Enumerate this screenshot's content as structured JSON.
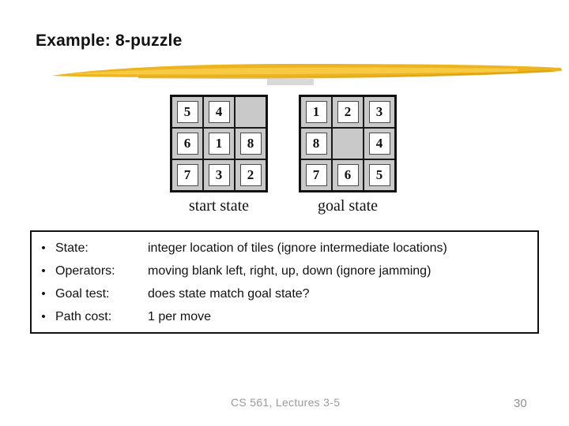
{
  "slide": {
    "title": "Example: 8-puzzle",
    "footer": {
      "course": "CS 561,  Lectures 3-5",
      "page_number": "30"
    }
  },
  "puzzles": {
    "start": {
      "label": "start state",
      "tiles": [
        [
          "5",
          "4",
          ""
        ],
        [
          "6",
          "1",
          "8"
        ],
        [
          "7",
          "3",
          "2"
        ]
      ]
    },
    "goal": {
      "label": "goal state",
      "tiles": [
        [
          "1",
          "2",
          "3"
        ],
        [
          "8",
          "",
          "4"
        ],
        [
          "7",
          "6",
          "5"
        ]
      ]
    }
  },
  "description_box": {
    "items": [
      {
        "bullet": "•",
        "label": "State:",
        "text": "integer location of tiles (ignore intermediate locations)"
      },
      {
        "bullet": "•",
        "label": "Operators:",
        "text": "moving blank left, right, up, down (ignore jamming)"
      },
      {
        "bullet": "•",
        "label": "Goal test:",
        "text": "does state match goal state?"
      },
      {
        "bullet": "•",
        "label": "Path cost:",
        "text": "1 per move"
      }
    ]
  },
  "colors": {
    "highlight_yellow_main": "#EDB41F",
    "highlight_yellow_light": "#F8CE4A",
    "highlight_yellow_dark": "#D99C00",
    "grid_cell_gray": "#C9C9C9",
    "grid_border_black": "#111111",
    "footer_gray": "#9A9A9A",
    "title_color": "#111111"
  }
}
